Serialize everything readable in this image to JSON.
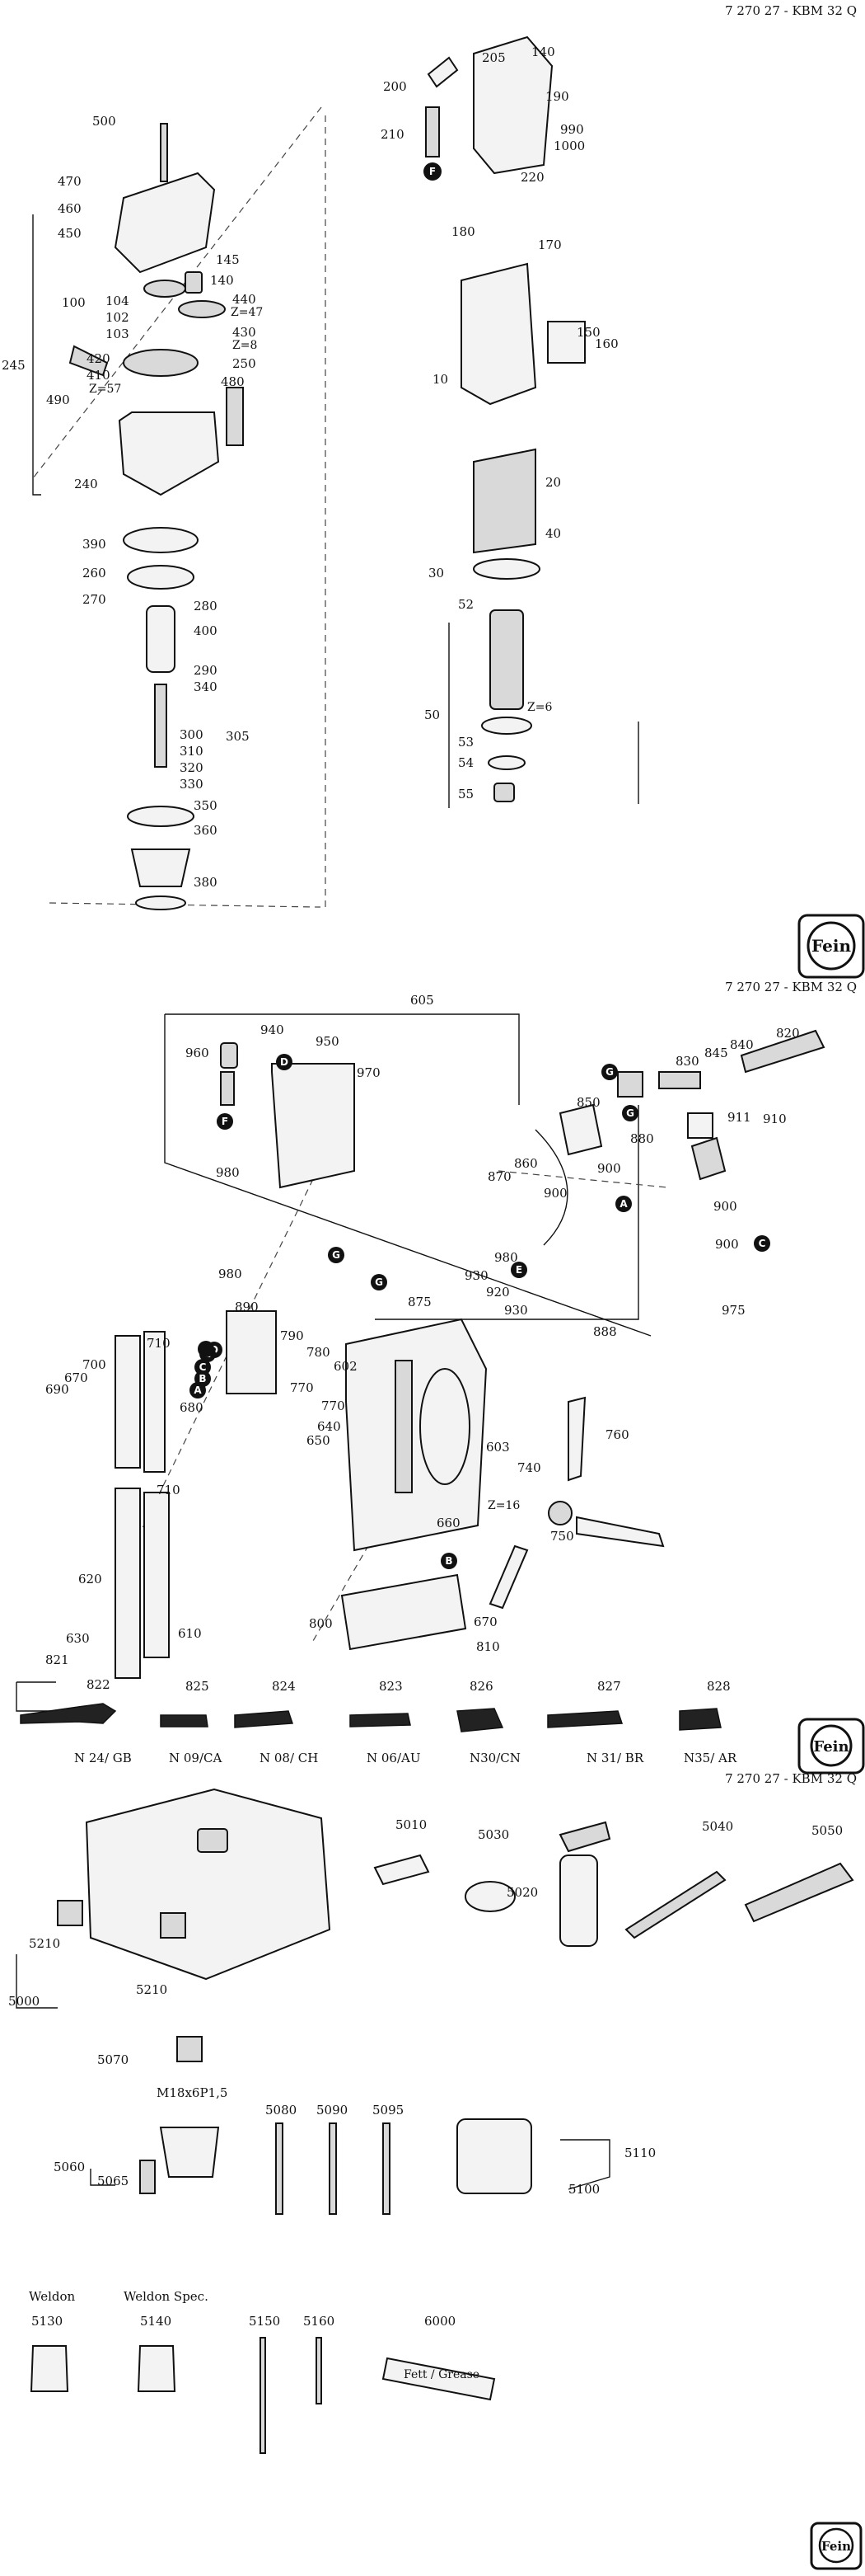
{
  "doc_ref": "7 270 27 - KBM 32 Q",
  "brand": "Fein",
  "section1": {
    "labels": [
      "500",
      "470",
      "460",
      "450",
      "100",
      "104",
      "102",
      "103",
      "245",
      "490",
      "420",
      "410",
      "Z=57",
      "240",
      "390",
      "260",
      "270",
      "280",
      "400",
      "290",
      "340",
      "300",
      "310",
      "320",
      "330",
      "305",
      "350",
      "360",
      "380",
      "145",
      "140",
      "440",
      "Z=47",
      "430",
      "Z=8",
      "250",
      "480",
      "140",
      "205",
      "200",
      "190",
      "990",
      "1000",
      "210",
      "220",
      "180",
      "170",
      "10",
      "150",
      "160",
      "20",
      "30",
      "40",
      "52",
      "50",
      "Z=6",
      "53",
      "54",
      "55"
    ]
  },
  "section2": {
    "labels": [
      "605",
      "960",
      "940",
      "950",
      "970",
      "850",
      "G",
      "830",
      "845",
      "840",
      "820",
      "880",
      "911",
      "910",
      "980",
      "870",
      "860",
      "900",
      "900",
      "A",
      "900",
      "C",
      "900",
      "975",
      "G",
      "F",
      "980",
      "930",
      "920",
      "930",
      "875",
      "E",
      "888",
      "980",
      "890",
      "D",
      "E",
      "C",
      "B",
      "A",
      "790",
      "780",
      "770",
      "602",
      "770",
      "640",
      "650",
      "603",
      "740",
      "Z=16",
      "760",
      "750",
      "710",
      "700",
      "670",
      "690",
      "680",
      "710",
      "620",
      "630",
      "610",
      "660",
      "B",
      "800",
      "670",
      "810"
    ]
  },
  "plugs": [
    {
      "num": "821",
      "sub": "822",
      "label": "N 24/ GB"
    },
    {
      "num": "825",
      "label": "N 09/CA"
    },
    {
      "num": "824",
      "label": "N 08/ CH"
    },
    {
      "num": "823",
      "label": "N 06/AU"
    },
    {
      "num": "826",
      "label": "N30/CN"
    },
    {
      "num": "827",
      "label": "N 31/ BR"
    },
    {
      "num": "828",
      "label": "N35/ AR"
    }
  ],
  "section3": {
    "labels": [
      "5010",
      "5030",
      "5020",
      "5040",
      "5050",
      "5210",
      "5000",
      "5210",
      "5070",
      "M18x6P1,5",
      "5060",
      "5065",
      "5080",
      "5090",
      "5095",
      "5110",
      "5100"
    ],
    "weldon": "Weldon",
    "weldon_spec": "Weldon Spec.",
    "bottom_labels": [
      "5130",
      "5140",
      "5150",
      "5160",
      "6000"
    ],
    "tube_text": "Fett / Grease"
  },
  "markers": {
    "F": "F",
    "G": "G",
    "A": "A",
    "B": "B",
    "C": "C",
    "D": "D",
    "E": "E"
  }
}
